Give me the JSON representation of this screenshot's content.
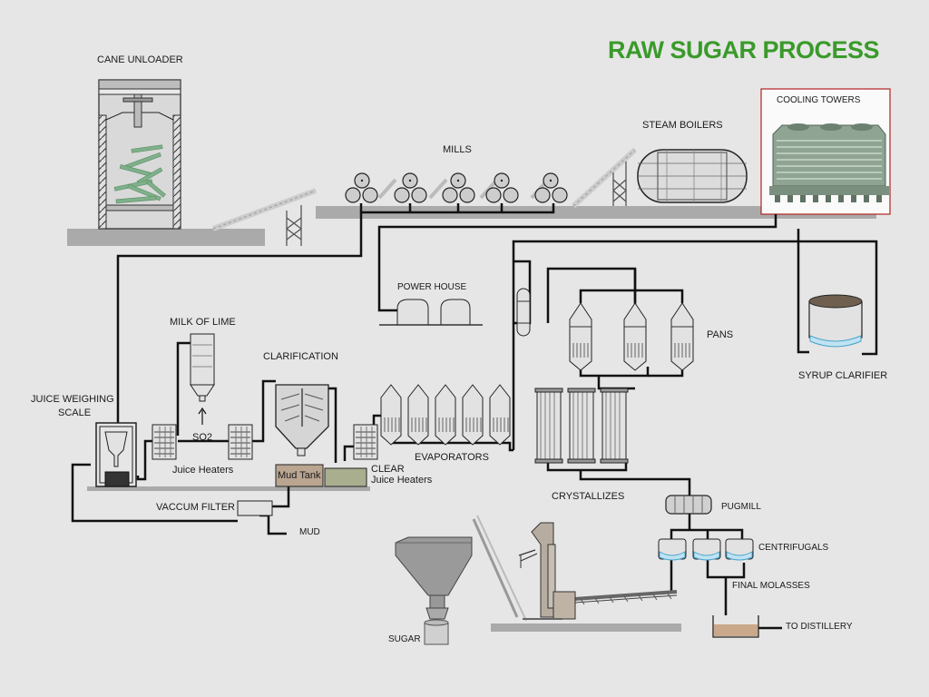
{
  "title": "RAW SUGAR PROCESS",
  "labels": {
    "cane_unloader": "CANE UNLOADER",
    "mills": "MILLS",
    "steam_boilers": "STEAM BOILERS",
    "cooling_towers": "COOLING TOWERS",
    "power_house": "POWER HOUSE",
    "milk_of_lime": "MILK OF LIME",
    "clarification": "CLARIFICATION",
    "juice_weighing_line1": "JUICE WEIGHING",
    "juice_weighing_line2": "SCALE",
    "so2": "SO2",
    "juice_heaters": "Juice Heaters",
    "mud_tank": "Mud Tank",
    "clear": "CLEAR",
    "clear_juice_heaters": "Juice Heaters",
    "evaporators": "EVAPORATORS",
    "pans": "PANS",
    "syrup_clarifier": "SYRUP CLARIFIER",
    "crystallizes": "CRYSTALLIZES",
    "pugmill": "PUGMILL",
    "centrifugals": "CENTRIFUGALS",
    "final_molasses": "FINAL MOLASSES",
    "to_distillery": "TO DISTILLERY",
    "vaccum_filter": "VACCUM FILTER",
    "mud": "MUD",
    "sugar": "SUGAR"
  },
  "colors": {
    "title": "#3a9a2a",
    "background": "#e6e6e6",
    "pipe": "#111111",
    "ground": "#aaaaaa",
    "cane": "#7fb08a",
    "mud_tank": "#b9a590",
    "clear_tank": "#a9ae8f",
    "water": "#bfe3f2",
    "molasses": "#c9a98a",
    "cooling_tower_border": "#b22222"
  }
}
